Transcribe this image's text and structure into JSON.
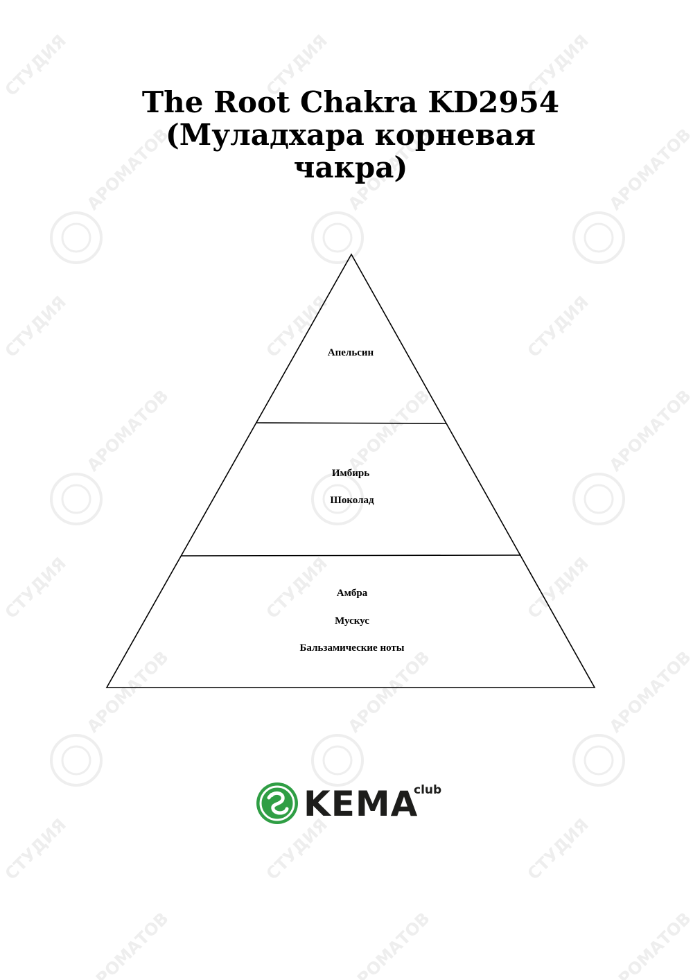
{
  "title": {
    "line1": "The Root Chakra KD2954",
    "line2": "(Муладхара корневая",
    "line3": "чакра)"
  },
  "pyramid": {
    "top_notes": [
      "Апельсин"
    ],
    "middle_notes": [
      "Имбирь",
      "Шоколад"
    ],
    "base_notes": [
      "Амбра",
      "Мускус",
      "Бальзамические ноты"
    ]
  },
  "logo": {
    "word": "KEMA",
    "superscript": "club",
    "icon": "kema-swirl-icon",
    "brand_color": "#2f9e44"
  },
  "watermark": {
    "text_a": "СТУДИЯ",
    "text_b": "АРОМАТОВ",
    "color": "#eeeeee"
  }
}
